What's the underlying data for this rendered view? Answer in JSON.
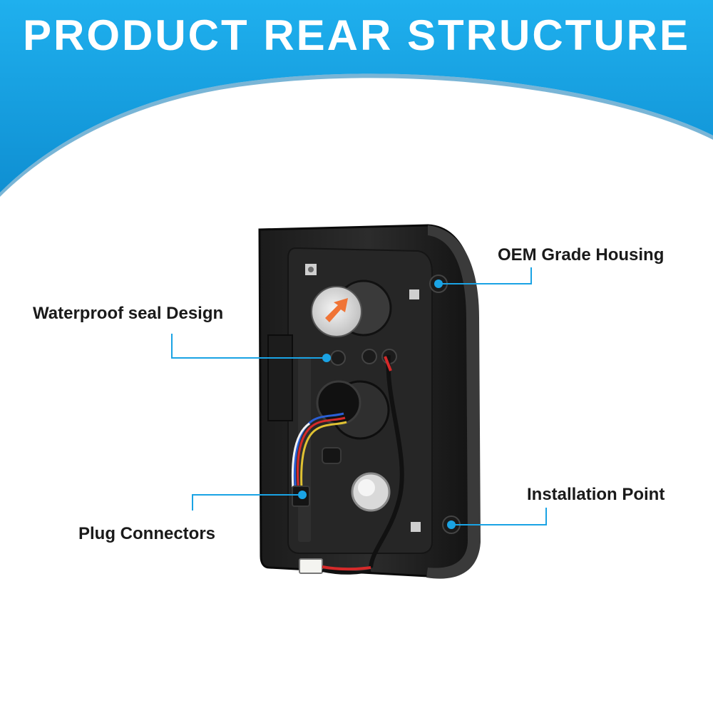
{
  "banner": {
    "title": "PRODUCT REAR STRUCTURE",
    "color": "#1aa3e4"
  },
  "callouts": {
    "oem_housing": "OEM Grade Housing",
    "waterproof_seal": "Waterproof seal Design",
    "installation_point": "Installation Point",
    "plug_connectors": "Plug Connectors"
  },
  "accent_color": "#1aa3e4"
}
